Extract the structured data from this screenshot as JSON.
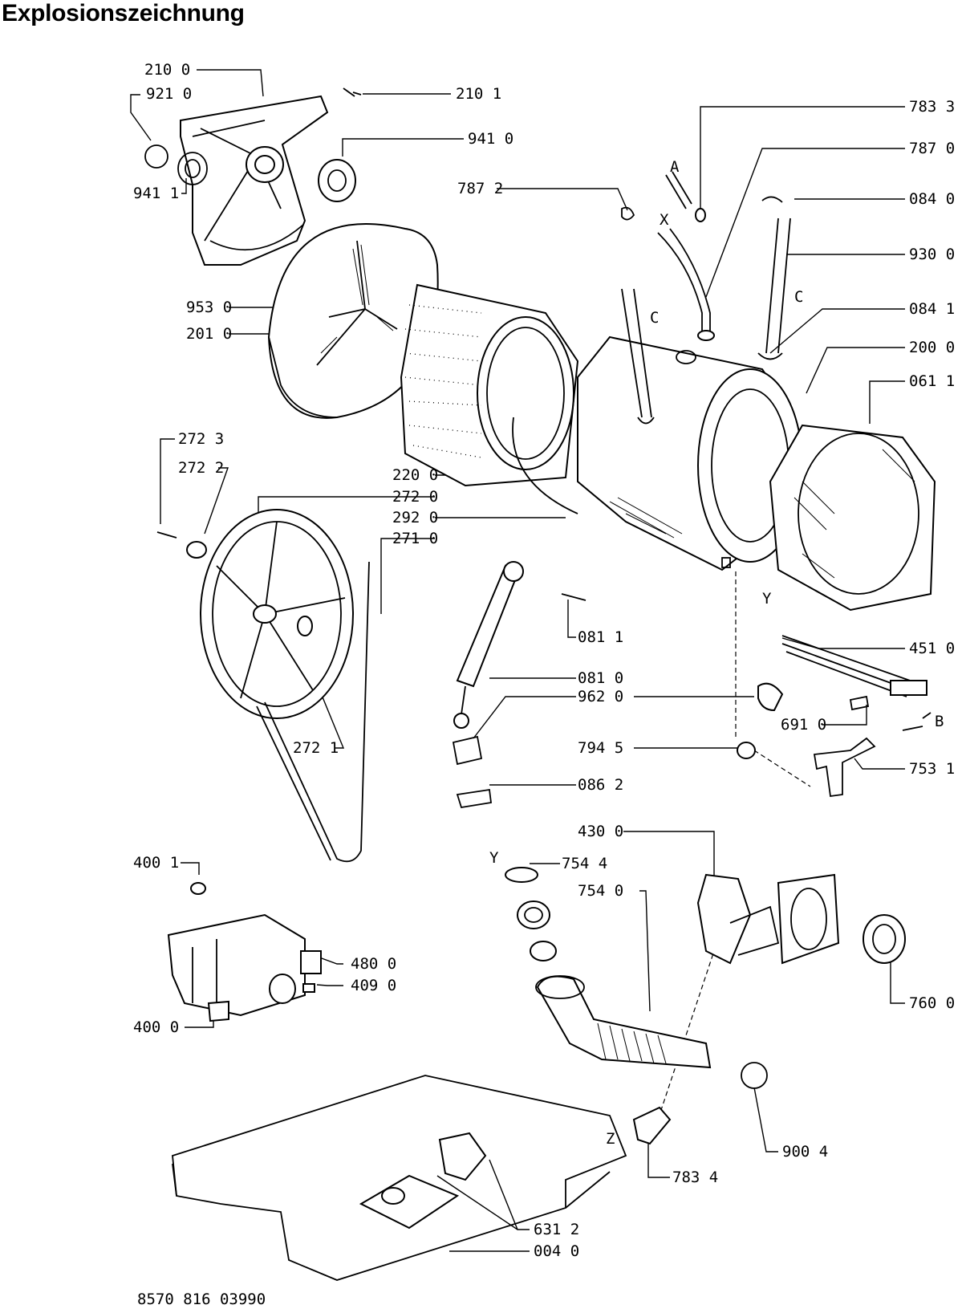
{
  "title": "Explosionszeichnung",
  "labels": {
    "l2100": "210 0",
    "l9210": "921 0",
    "l2101": "210 1",
    "l9410": "941 0",
    "l9411": "941 1",
    "l7833": "783 3",
    "l7870": "787 0",
    "l7872": "787 2",
    "l0840": "084 0",
    "l9300": "930 0",
    "l9530": "953 0",
    "l0841": "084 1",
    "l2010": "201 0",
    "l2000": "200 0",
    "l0611": "061 1",
    "l2723": "272 3",
    "l2722": "272 2",
    "l2200": "220 0",
    "l2720": "272 0",
    "l2920": "292 0",
    "l2710": "271 0",
    "l0811": "081 1",
    "l4510": "451 0",
    "l0810": "081 0",
    "l9620": "962 0",
    "l6910": "691 0",
    "l2721": "272 1",
    "l7945": "794 5",
    "l7531": "753 1",
    "l0862": "086 2",
    "l4300": "430 0",
    "l4001": "400 1",
    "l7544": "754 4",
    "l7540": "754 0",
    "l4800": "480 0",
    "l4090": "409 0",
    "l4000": "400 0",
    "l7600": "760 0",
    "l9004": "900 4",
    "l7834": "783 4",
    "l6312": "631 2",
    "l0040": "004 0"
  },
  "markers": {
    "a": "A",
    "x": "X",
    "c1": "C",
    "c2": "C",
    "y1": "Y",
    "b": "B",
    "y2": "Y",
    "z": "Z"
  },
  "footer_code": "8570 816 03990"
}
